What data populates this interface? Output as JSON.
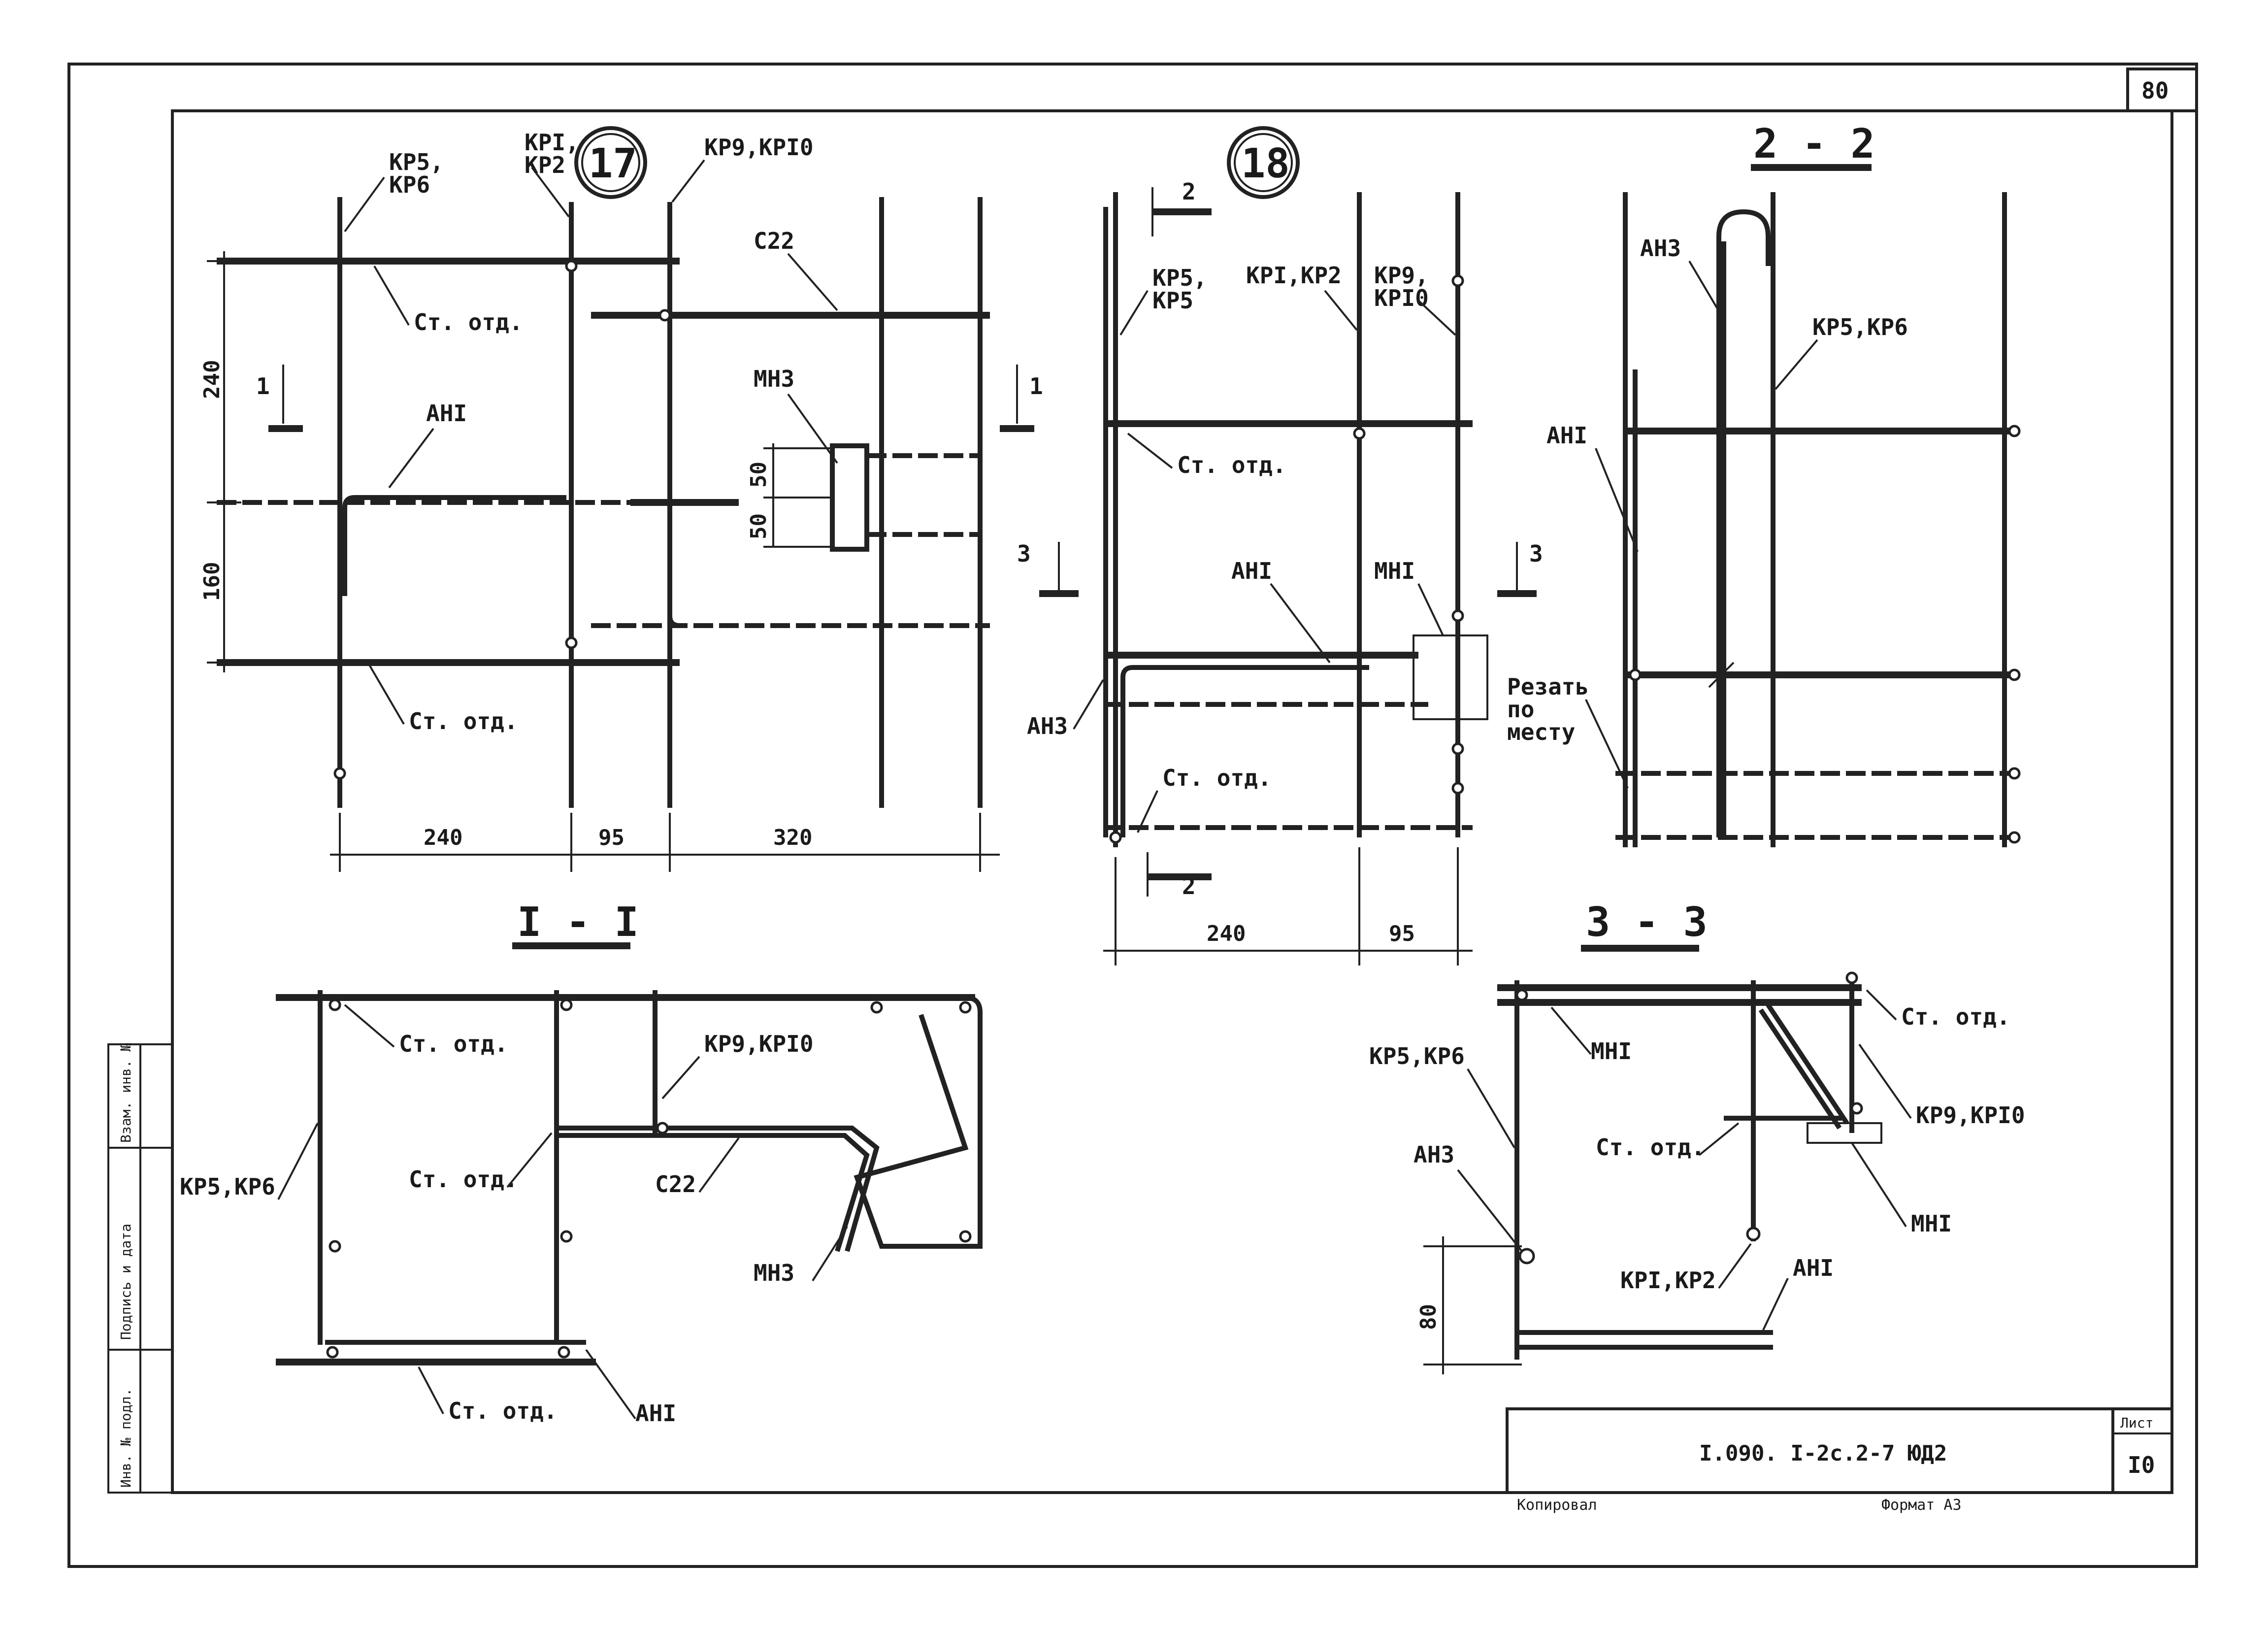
{
  "sheet": {
    "page_no": "80",
    "drawing_code": "I.090. I-2с.2-7 ЮД2",
    "list_label": "Лист",
    "list_number": "I0",
    "copy_label": "Копировал",
    "format_label": "Формат А3",
    "side_stamp": [
      "Инв. № подл.",
      "Подпись и дата",
      "Взам. инв. №"
    ]
  },
  "views": {
    "v17": {
      "marker": "17",
      "labels": {
        "kr56": "КР5,\nКР6",
        "kr12": "КРI,\nКР2",
        "kr910": "КР9,КРI0",
        "c22": "С22",
        "mn3": "МН3",
        "an1": "АНI",
        "st_top": "Ст. отд.",
        "st_bot": "Ст. отд."
      },
      "section_marks": [
        "1",
        "1"
      ],
      "dims_h": [
        "240",
        "95",
        "320"
      ],
      "dims_v": [
        "240",
        "160",
        "50",
        "50"
      ]
    },
    "v18": {
      "marker": "18",
      "labels": {
        "kr56": "КР5,\nКР5",
        "kr12": "КРI,КР2",
        "kr910": "КР9,\nКРI0",
        "st_mid": "Ст. отд.",
        "an1": "АНI",
        "mn1": "МНI",
        "an3": "АН3",
        "st_bot": "Ст. отд."
      },
      "section_marks": [
        "2",
        "2",
        "3",
        "3"
      ],
      "dims_h": [
        "240",
        "95"
      ]
    },
    "s22": {
      "title": "2 - 2",
      "labels": {
        "an3": "АН3",
        "kr56": "КР5,КР6",
        "an1": "АНI",
        "cut": "Резать\nпо\nместу"
      }
    },
    "s11": {
      "title": "I - I",
      "labels": {
        "st1": "Ст. отд.",
        "kr910": "КР9,КРI0",
        "kr56": "КР5,КР6",
        "st2": "Ст. отд.",
        "c22": "С22",
        "mn3": "МН3",
        "st3": "Ст. отд.",
        "an1": "АНI"
      }
    },
    "s33": {
      "title": "3 - 3",
      "labels": {
        "st1": "Ст. отд.",
        "mn1a": "МНI",
        "kr56": "КР5,КР6",
        "kr910": "КР9,КРI0",
        "st2": "Ст. отд.",
        "an3": "АН3",
        "mn1b": "МНI",
        "kr12": "КРI,КР2",
        "an1": "АНI"
      },
      "dims_v": [
        "80"
      ]
    }
  }
}
